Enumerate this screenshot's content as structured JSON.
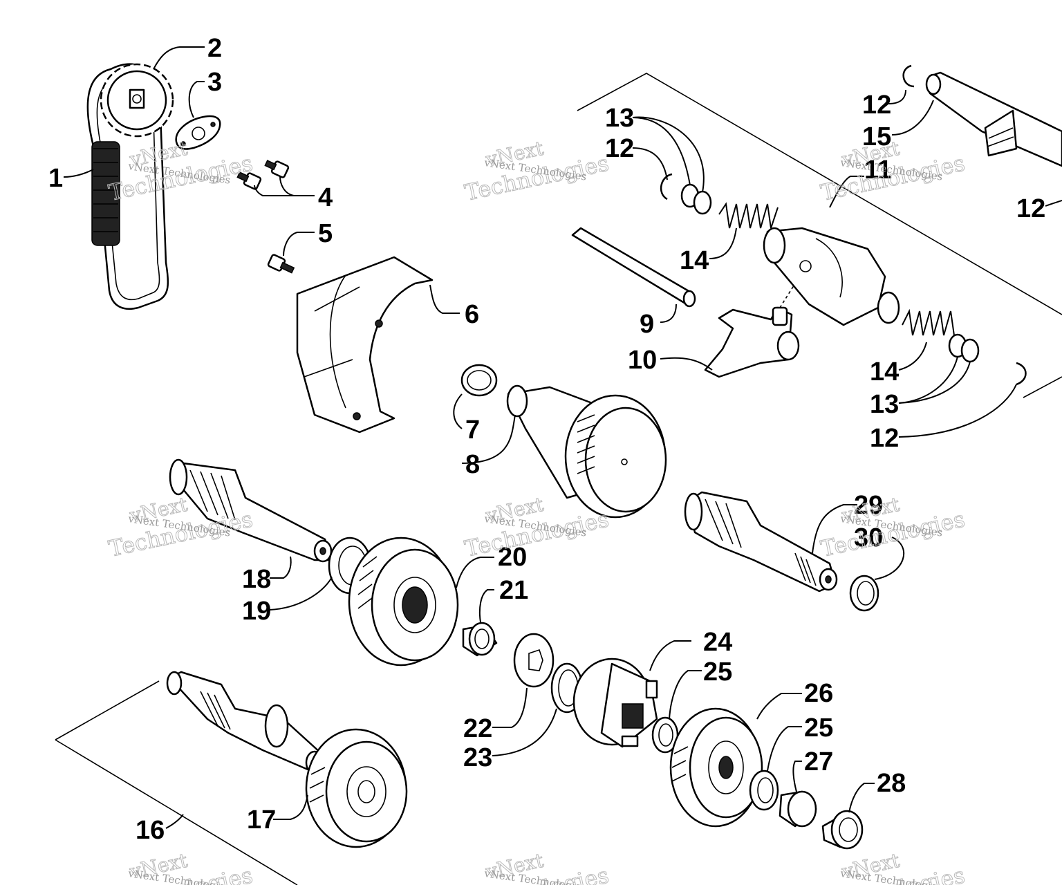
{
  "callouts": [
    "1",
    "2",
    "3",
    "4",
    "5",
    "6",
    "7",
    "8",
    "9",
    "10",
    "11",
    "12",
    "13",
    "14",
    "15",
    "16",
    "17",
    "18",
    "19",
    "20",
    "21",
    "22",
    "23",
    "24",
    "25",
    "26",
    "27",
    "28",
    "29",
    "30"
  ],
  "watermark": {
    "brand_line": "vNext",
    "tech_line": "Technologies",
    "small_line": "vNext Technologies"
  }
}
